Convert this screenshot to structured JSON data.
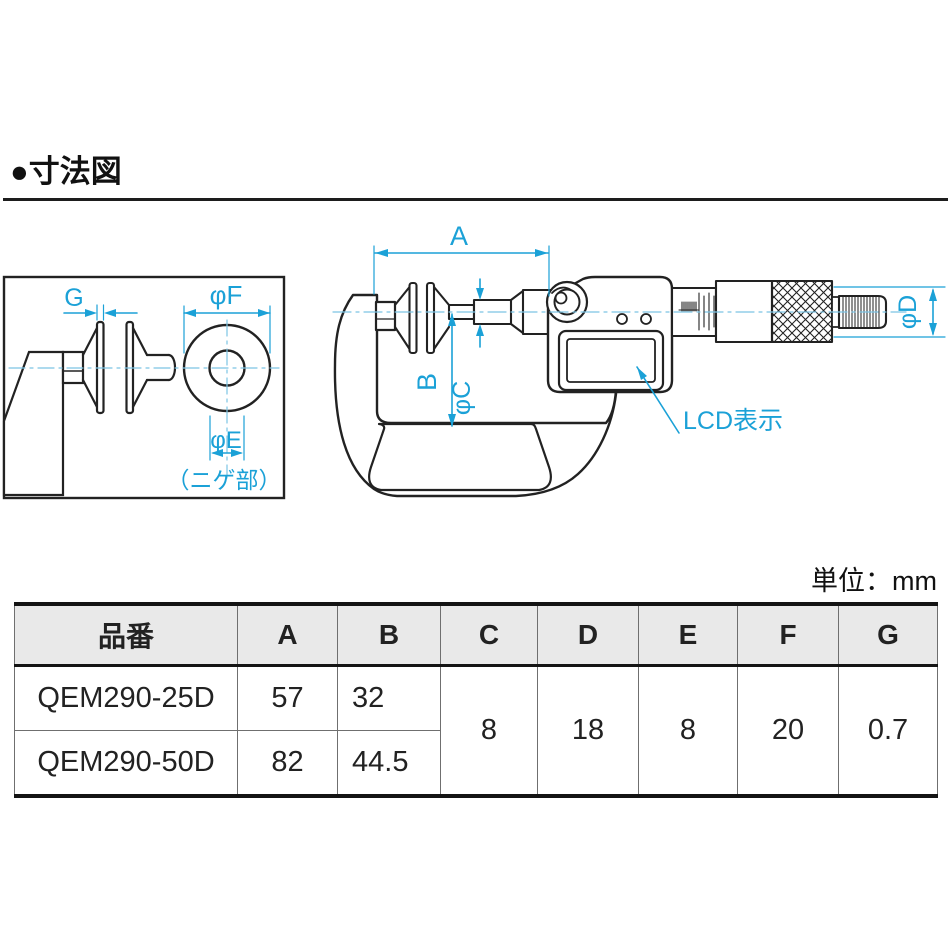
{
  "page": {
    "title": "●寸法図",
    "unit_label": "単位：mm"
  },
  "diagram": {
    "colors": {
      "dimension": "#1ba1d7",
      "centerline": "#7cc4e4",
      "outline": "#222222"
    },
    "detail_view": {
      "g_label": "G",
      "phi_f_label": "φF",
      "phi_e_label": "φE",
      "relief_note": "（ニゲ部）"
    },
    "side_view": {
      "a_label": "A",
      "b_label": "B",
      "phi_c_label": "φC",
      "phi_d_label": "φD",
      "lcd_label": "LCD表示"
    }
  },
  "table": {
    "headers": [
      "品番",
      "A",
      "B",
      "C",
      "D",
      "E",
      "F",
      "G"
    ],
    "rows": [
      {
        "part_no": "QEM290-25D",
        "a": "57",
        "b": "32"
      },
      {
        "part_no": "QEM290-50D",
        "a": "82",
        "b": "44.5"
      }
    ],
    "shared": {
      "c": "8",
      "d": "18",
      "e": "8",
      "f": "20",
      "g": "0.7"
    }
  }
}
